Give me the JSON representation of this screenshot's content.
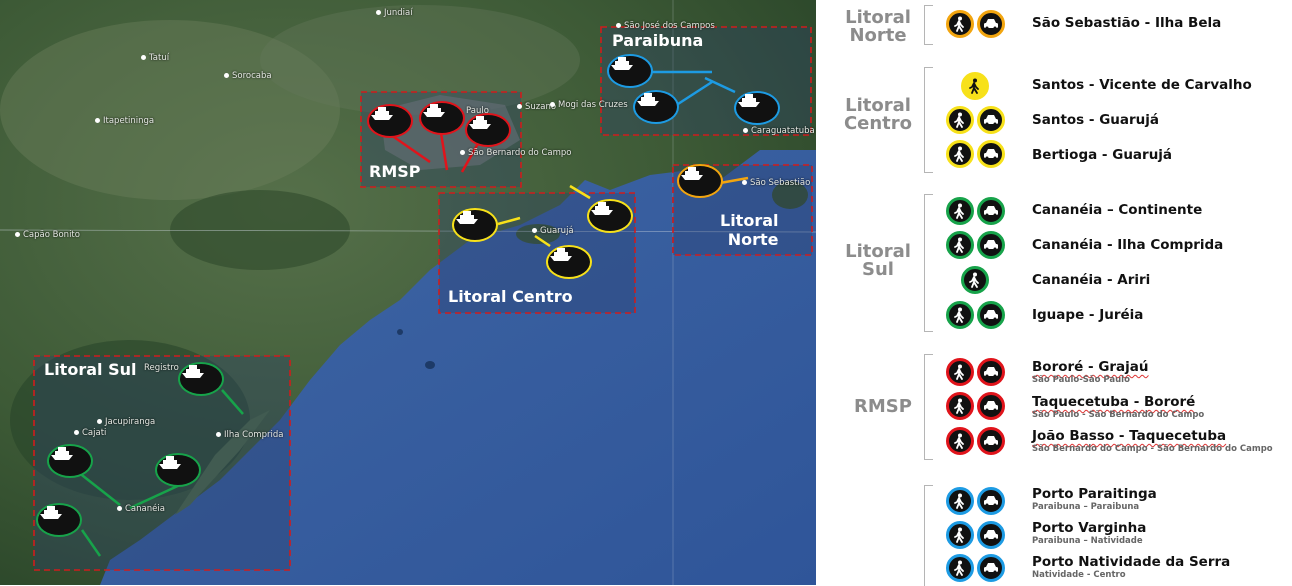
{
  "map": {
    "cities": [
      {
        "id": "jundiai",
        "name": "Jundiaí"
      },
      {
        "id": "tatui",
        "name": "Tatuí"
      },
      {
        "id": "sorocaba",
        "name": "Sorocaba"
      },
      {
        "id": "itapetininga",
        "name": "Itapetininga"
      },
      {
        "id": "capao",
        "name": "Capão Bonito"
      },
      {
        "id": "suzano",
        "name": "Suzano"
      },
      {
        "id": "mogi",
        "name": "Mogi das Cruzes"
      },
      {
        "id": "sjc",
        "name": "São José dos Campos"
      },
      {
        "id": "sbc",
        "name": "São Bernardo do Campo"
      },
      {
        "id": "caragua",
        "name": "Caraguatatuba"
      },
      {
        "id": "saosebastiao",
        "name": "São Sebastião"
      },
      {
        "id": "guaruja",
        "name": "Guarujá"
      },
      {
        "id": "registro",
        "name": "Registro"
      },
      {
        "id": "jacupiranga",
        "name": "Jacupiranga"
      },
      {
        "id": "cajati",
        "name": "Cajati"
      },
      {
        "id": "ilhacomprida",
        "name": "Ilha Comprida"
      },
      {
        "id": "cananeia",
        "name": "Cananéia"
      },
      {
        "id": "paulo",
        "name": "Paulo"
      }
    ],
    "regions": [
      {
        "id": "paraibuna",
        "label": "Paraibuna"
      },
      {
        "id": "rmsp",
        "label": "RMSP"
      },
      {
        "id": "litoral-norte",
        "label": "Litoral\nNorte"
      },
      {
        "id": "litoral-centro",
        "label": "Litoral Centro"
      },
      {
        "id": "litoral-sul",
        "label": "Litoral Sul"
      }
    ]
  },
  "colors": {
    "paraibuna": "#1d9be3",
    "rmsp": "#e0141b",
    "litoral_norte": "#f2a50f",
    "litoral_centro": "#f7e11a",
    "litoral_sul": "#17a34a",
    "region_border": "#d01c1c"
  },
  "legend": {
    "groups": [
      {
        "id": "ln",
        "title": "Litoral\nNorte",
        "color": "#f2a50f",
        "routes": [
          {
            "name": "São Sebastião - Ilha Bela",
            "sub": "",
            "modes": [
              "pedestrian",
              "car"
            ]
          }
        ]
      },
      {
        "id": "lc",
        "title": "Litoral\nCentro",
        "color": "#f7e11a",
        "routes": [
          {
            "name": "Santos - Vicente de Carvalho",
            "sub": "",
            "modes": [
              "pedestrian"
            ]
          },
          {
            "name": "Santos - Guarujá",
            "sub": "",
            "modes": [
              "pedestrian",
              "car"
            ]
          },
          {
            "name": "Bertioga - Guarujá",
            "sub": "",
            "modes": [
              "pedestrian",
              "car"
            ]
          }
        ]
      },
      {
        "id": "ls",
        "title": "Litoral\nSul",
        "color": "#17a34a",
        "routes": [
          {
            "name": "Cananéia – Continente",
            "sub": "",
            "modes": [
              "pedestrian",
              "car"
            ]
          },
          {
            "name": "Cananéia - Ilha Comprida",
            "sub": "",
            "modes": [
              "pedestrian",
              "car"
            ]
          },
          {
            "name": "Cananéia - Ariri",
            "sub": "",
            "modes": [
              "pedestrian"
            ]
          },
          {
            "name": "Iguape - Juréia",
            "sub": "",
            "modes": [
              "pedestrian",
              "car"
            ]
          }
        ]
      },
      {
        "id": "rmsp",
        "title": "RMSP",
        "color": "#e0141b",
        "routes": [
          {
            "name": "Bororé - Grajaú",
            "sub": "São Paulo-São Paulo",
            "modes": [
              "pedestrian",
              "car"
            ]
          },
          {
            "name": "Taquecetuba - Bororé",
            "sub": "São Paulo - São Bernardo do Campo",
            "modes": [
              "pedestrian",
              "car"
            ]
          },
          {
            "name": "João Basso - Taquecetuba",
            "sub": "São Bernardo do Campo - São Bernardo do Campo",
            "modes": [
              "pedestrian",
              "car"
            ]
          }
        ]
      },
      {
        "id": "pb",
        "title": "",
        "color": "#1d9be3",
        "routes": [
          {
            "name": "Porto Paraitinga",
            "sub": "Paraibuna – Paraibuna",
            "modes": [
              "pedestrian",
              "car"
            ]
          },
          {
            "name": "Porto Varginha",
            "sub": "Paraibuna – Natividade",
            "modes": [
              "pedestrian",
              "car"
            ]
          },
          {
            "name": "Porto Natividade da Serra",
            "sub": "Natividade - Centro",
            "modes": [
              "pedestrian",
              "car"
            ]
          }
        ]
      }
    ]
  }
}
